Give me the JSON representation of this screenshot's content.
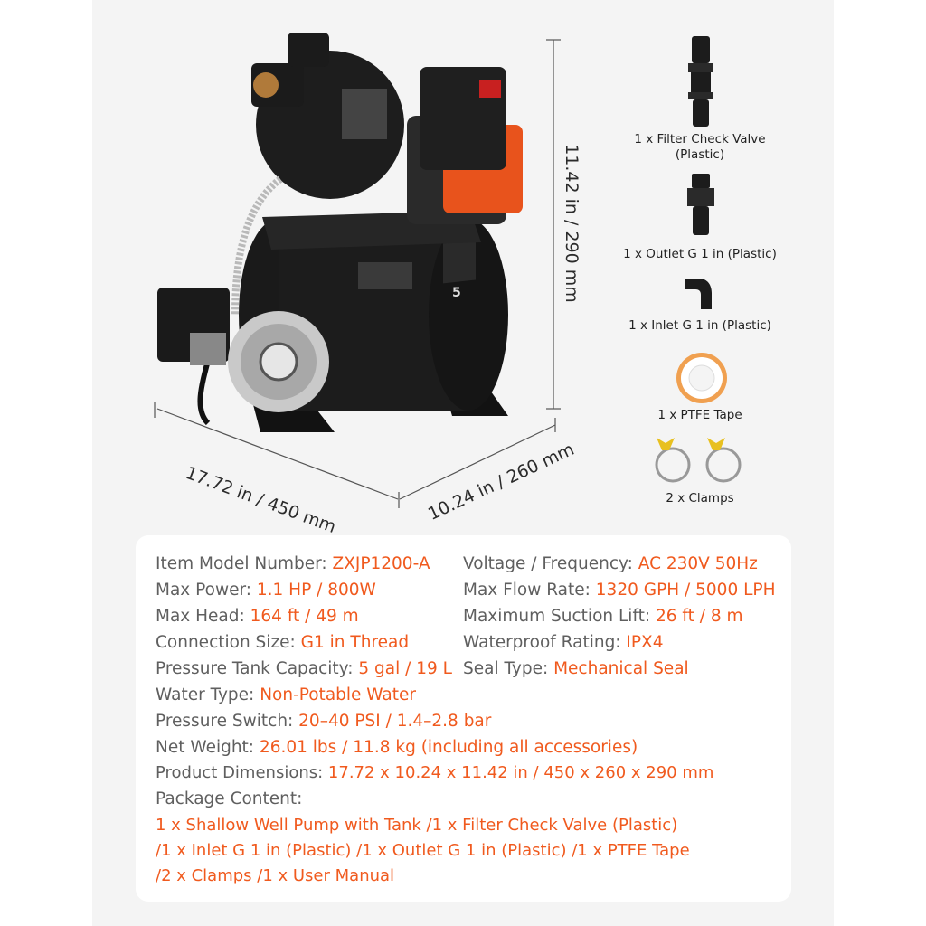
{
  "dimensions": {
    "height": "11.42 in / 290 mm",
    "width": "17.72 in / 450 mm",
    "depth": "10.24 in / 260 mm"
  },
  "accessories": [
    {
      "label": "1 x Filter Check Valve\n(Plastic)",
      "icon": "filter-check-valve-icon"
    },
    {
      "label": "1 x Outlet G 1 in (Plastic)",
      "icon": "outlet-fitting-icon"
    },
    {
      "label": "1 x Inlet G 1 in (Plastic)",
      "icon": "inlet-elbow-icon"
    },
    {
      "label": "1 x PTFE Tape",
      "icon": "ptfe-tape-icon"
    },
    {
      "label": "2 x Clamps",
      "icon": "hose-clamp-icon"
    }
  ],
  "product": {
    "tank_label": "5 gal",
    "colors": {
      "body": "#1a1a1a",
      "accent": "#e8531c",
      "steel": "#b9b9b9"
    }
  },
  "specs": {
    "left": [
      {
        "label": "Item Model Number: ",
        "value": "ZXJP1200-A"
      },
      {
        "label": "Max Power: ",
        "value": "1.1 HP / 800W"
      },
      {
        "label": "Max Head: ",
        "value": "164 ft / 49 m"
      },
      {
        "label": "Connection Size: ",
        "value": "G1 in Thread"
      },
      {
        "label": "Pressure Tank Capacity: ",
        "value": "5 gal / 19 L"
      },
      {
        "label": "Water Type: ",
        "value": "Non-Potable Water"
      },
      {
        "label": "Pressure Switch: ",
        "value": "20–40 PSI / 1.4–2.8 bar"
      },
      {
        "label": "Net Weight: ",
        "value": "26.01 lbs / 11.8 kg (including all accessories)"
      },
      {
        "label": "Product Dimensions: ",
        "value": "17.72 x 10.24 x 11.42 in / 450 x 260 x 290 mm"
      }
    ],
    "right": [
      {
        "label": "Voltage / Frequency: ",
        "value": "AC 230V 50Hz"
      },
      {
        "label": "Max Flow Rate: ",
        "value": "1320 GPH / 5000 LPH"
      },
      {
        "label": "Maximum Suction Lift: ",
        "value": "26 ft / 8 m"
      },
      {
        "label": "Waterproof Rating: ",
        "value": "IPX4"
      },
      {
        "label": "Seal Type: ",
        "value": "Mechanical Seal"
      }
    ],
    "package_title": "Package Content:",
    "package_lines": [
      "1 x Shallow Well Pump with Tank /1 x Filter Check Valve  (Plastic)",
      "/1 x Inlet G 1 in  (Plastic) /1 x Outlet G 1 in (Plastic) /1 x PTFE Tape",
      "/2 x Clamps /1 x User Manual"
    ],
    "accent_color": "#f05a1e"
  }
}
